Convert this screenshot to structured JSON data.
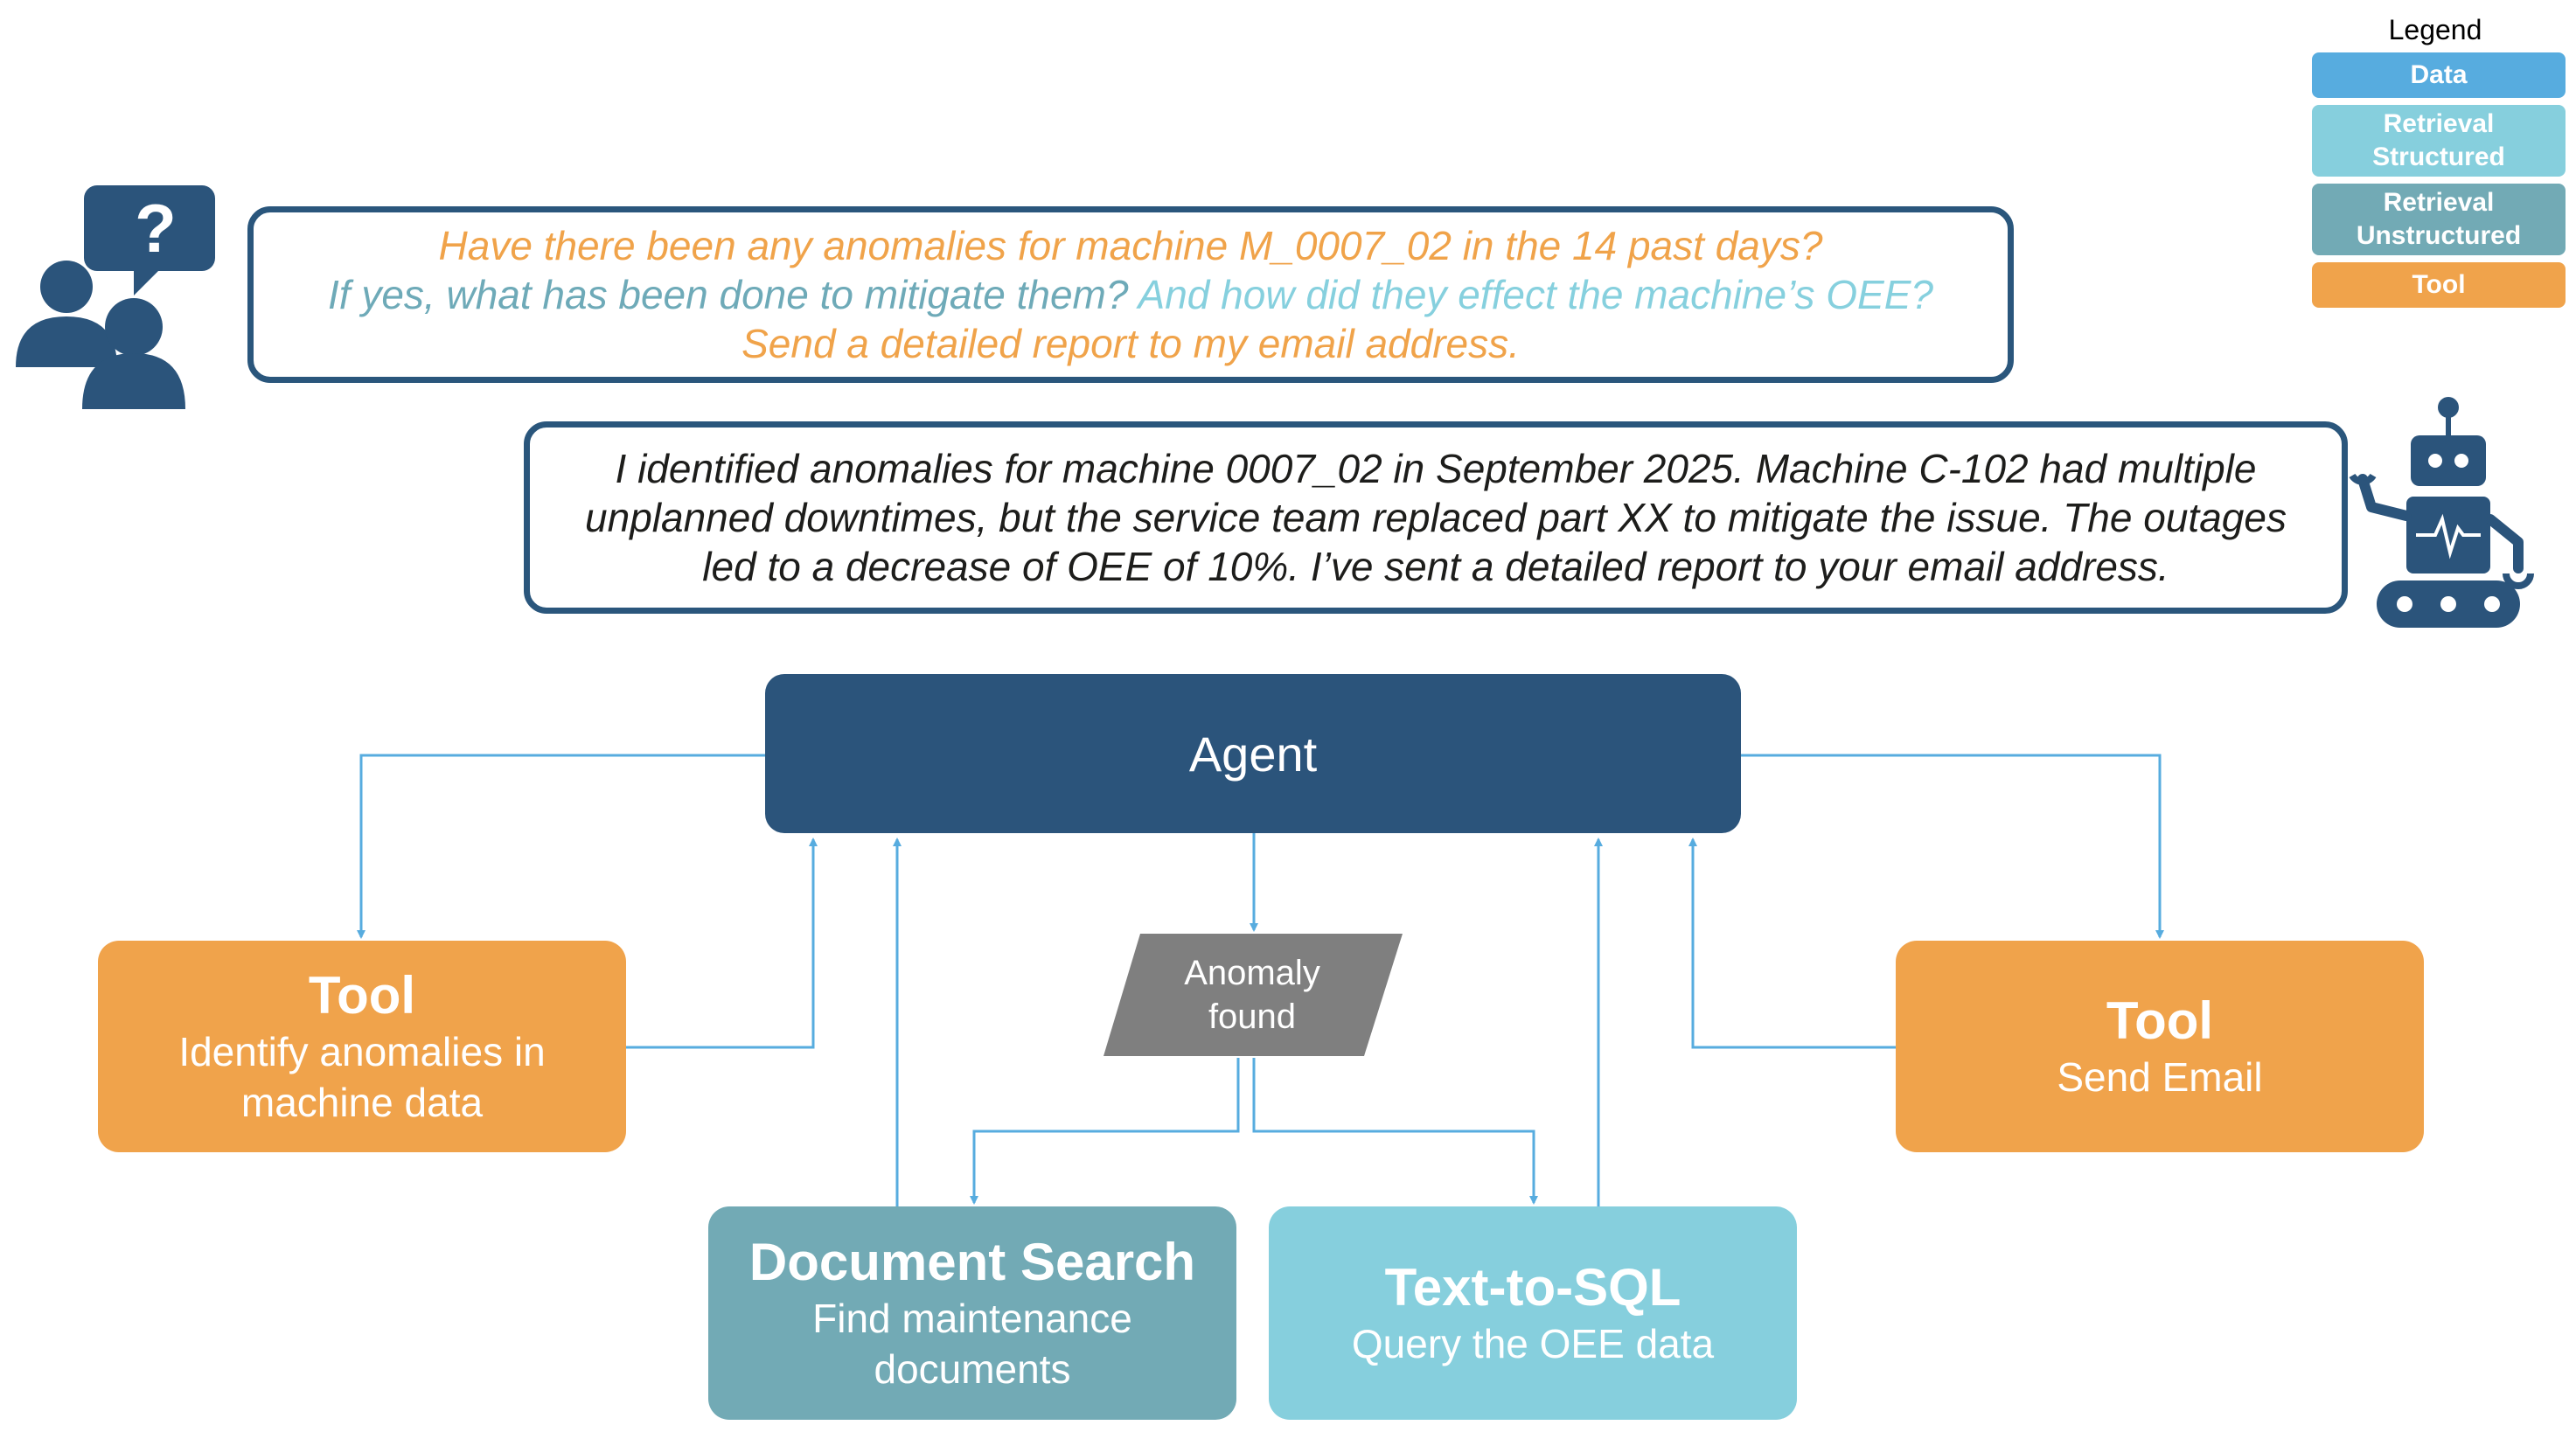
{
  "legend": {
    "title": "Legend",
    "items": [
      {
        "label": "Data",
        "color": "#57acdf"
      },
      {
        "label": "Retrieval\nStructured",
        "color": "#86cfdd"
      },
      {
        "label": "Retrieval\nUnstructured",
        "color": "#72aab5"
      },
      {
        "label": "Tool",
        "color": "#f0a34b"
      }
    ]
  },
  "user_question": {
    "line1": "Have there been any anomalies for machine M_0007_02 in the 14 past days?",
    "line2_part1": "If yes, what has been done to mitigate them?",
    "line2_part2": "And how did they effect the machine’s OEE?",
    "line3": "Send a detailed report to my email address."
  },
  "agent_answer": {
    "line1": "I identified anomalies for machine 0007_02 in September 2025. Machine C-102 had multiple",
    "line2": "unplanned downtimes, but the service team replaced part XX to mitigate the issue. The outages",
    "line3": "led to a decrease of OEE of 10%. I’ve sent a detailed report to your email address."
  },
  "diagram": {
    "agent_label": "Agent",
    "anomaly_label": "Anomaly\nfound",
    "tool_left": {
      "title": "Tool",
      "subtitle": "Identify anomalies in\nmachine data"
    },
    "tool_right": {
      "title": "Tool",
      "subtitle": "Send Email"
    },
    "document_search": {
      "title": "Document Search",
      "subtitle": "Find maintenance\ndocuments"
    },
    "text_to_sql": {
      "title": "Text-to-SQL",
      "subtitle": "Query the OEE data"
    }
  },
  "colors": {
    "primary": "#2b547b",
    "arrow": "#57acdf",
    "tool": "#f0a34b",
    "retrieval_structured": "#86cfdd",
    "retrieval_unstructured": "#72aab5",
    "anomaly": "#7f7f7f"
  },
  "icons": {
    "user": "users-question-icon",
    "agent": "robot-icon"
  }
}
